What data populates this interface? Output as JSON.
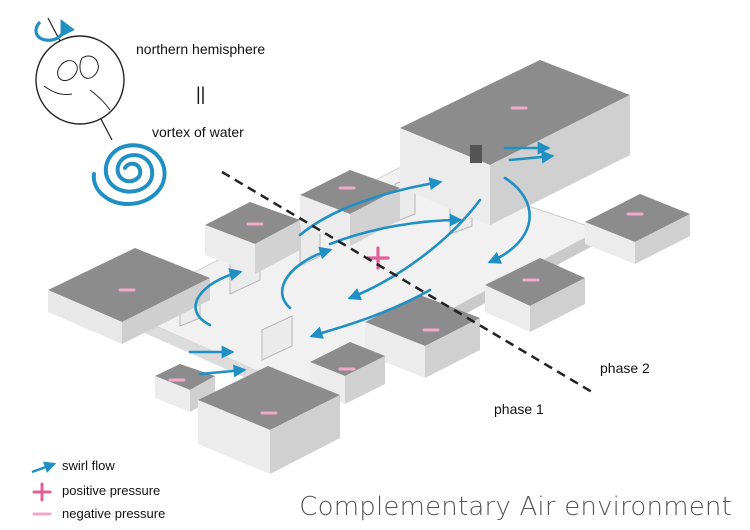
{
  "annotations": {
    "northern": "northern hemisphere",
    "equals": "||",
    "vortex": "vortex of water",
    "phase1": "phase 1",
    "phase2": "phase 2"
  },
  "legend": {
    "swirl": "swirl flow",
    "positive": "positive pressure",
    "negative": "negative pressure"
  },
  "title": "Complementary Air environment",
  "colors": {
    "flow": "#1f8fc4",
    "positive": "#e0609a",
    "negative": "#f2a8c8",
    "roof": "#8c8c8c",
    "wall": "#e4e4e4",
    "floor": "#f3f3f3"
  },
  "icons": [
    "globe-icon",
    "rotation-arrow-icon",
    "spiral-icon"
  ]
}
